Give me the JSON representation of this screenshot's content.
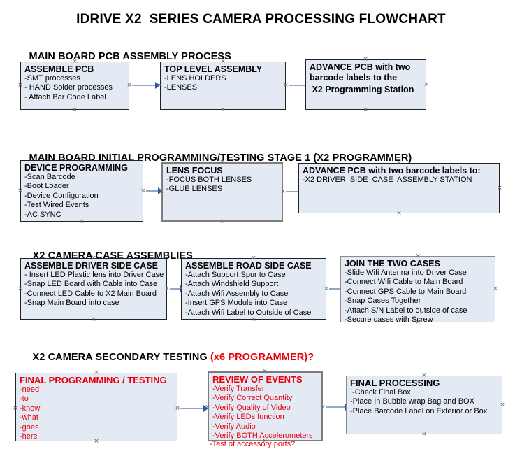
{
  "title": "IDRIVE X2  SERIES CAMERA PROCESSING FLOWCHART",
  "colors": {
    "node_fill": "#e4eaf4",
    "node_border": "#3a3a3a",
    "accent_red": "#e8000d",
    "connector": "#8ea9c6",
    "arrowhead": "#2b57a8",
    "text": "#000000"
  },
  "sections": [
    {
      "id": "main-board-pcb-assembly-process",
      "heading": "MAIN BOARD PCB ASSEMBLY PROCESS",
      "heading_accent": "",
      "nodes": [
        {
          "id": "assemble-pcb",
          "title": "ASSEMBLE PCB",
          "items": [
            "-SMT processes",
            "- HAND Solder processes",
            "- Attach Bar Code Label"
          ]
        },
        {
          "id": "top-level-assembly",
          "title": "TOP LEVEL ASSEMBLY",
          "items": [
            "-LENS HOLDERS",
            "-LENSES"
          ]
        },
        {
          "id": "advance-pcb-to-x2-programming-station",
          "title": "ADVANCE PCB with two",
          "items": [
            "barcode labels to the",
            " X2 Programming Station"
          ]
        }
      ]
    },
    {
      "id": "main-board-initial-programming-testing-stage-1",
      "heading": "MAIN BOARD INITIAL PROGRAMMING/TESTING STAGE 1 (X2 PROGRAMMER)",
      "heading_accent": "",
      "nodes": [
        {
          "id": "device-programming",
          "title": "DEVICE PROGRAMMING",
          "items": [
            "-Scan Barcode",
            "-Boot Loader",
            "-Device Configuration",
            "-Test Wired Events",
            "-AC SYNC"
          ]
        },
        {
          "id": "lens-focus",
          "title": "LENS FOCUS",
          "items": [
            "-FOCUS BOTH LENSES",
            "-GLUE LENSES"
          ]
        },
        {
          "id": "advance-pcb-to-driver-side-case-assembly",
          "title": "ADVANCE PCB with two barcode labels to:",
          "items": [
            "-X2 DRIVER  SIDE  CASE  ASSEMBLY STATION"
          ]
        }
      ]
    },
    {
      "id": "x2-camera-case-assemblies",
      "heading": "X2 CAMERA CASE ASSEMBLIES",
      "heading_accent": "",
      "nodes": [
        {
          "id": "assemble-driver-side-case",
          "title": "ASSEMBLE DRIVER SIDE CASE",
          "items": [
            "- Insert LED Plastic lens into Driver Case",
            "-Snap LED Board with Cable into Case",
            "-Connect LED Cable to X2 Main Board",
            "-Snap Main Board into case"
          ]
        },
        {
          "id": "assemble-road-side-case",
          "title": "ASSEMBLE ROAD SIDE CASE",
          "items": [
            "-Attach Support Spur to Case",
            "-Attach Windshield Support",
            "-Attach Wifi Assembly to Case",
            "-Insert GPS Module into Case",
            "-Attach Wifi Label to Outside of Case"
          ]
        },
        {
          "id": "join-the-two-cases",
          "title": "JOIN THE TWO CASES",
          "items": [
            "-Slide Wifi Antenna into Driver Case",
            "-Connect Wifi Cable to Main Board",
            "-Connect GPS Cable to Main Board",
            "-Snap Cases Together",
            "-Attach S/N Label to outside of case",
            "-Secure cases with Screw"
          ]
        }
      ]
    },
    {
      "id": "x2-camera-secondary-testing",
      "heading": "X2 CAMERA SECONDARY TESTING ",
      "heading_accent": "(x6 PROGRAMMER)?",
      "nodes": [
        {
          "id": "final-programming-testing",
          "title": "FINAL PROGRAMMING / TESTING",
          "items": [
            "-need",
            "-to",
            "-know",
            "-what",
            "-goes",
            "-here"
          ]
        },
        {
          "id": "review-of-events",
          "title": "REVIEW OF EVENTS",
          "items": [
            "-Verify Transfer",
            "-Verify Correct Quantity",
            "-Verify Quality of Video",
            "-Verify LEDs function",
            "-Verify Audio",
            "-Verify BOTH Accelerometers"
          ],
          "overflow_item": "-Test of accessory ports?"
        },
        {
          "id": "final-processing",
          "title": "FINAL PROCESSING",
          "items": [
            " -Check Final Box",
            "-Place In Bubble wrap Bag and BOX",
            "-Place Barcode Label on Exterior or Box"
          ]
        }
      ]
    }
  ]
}
